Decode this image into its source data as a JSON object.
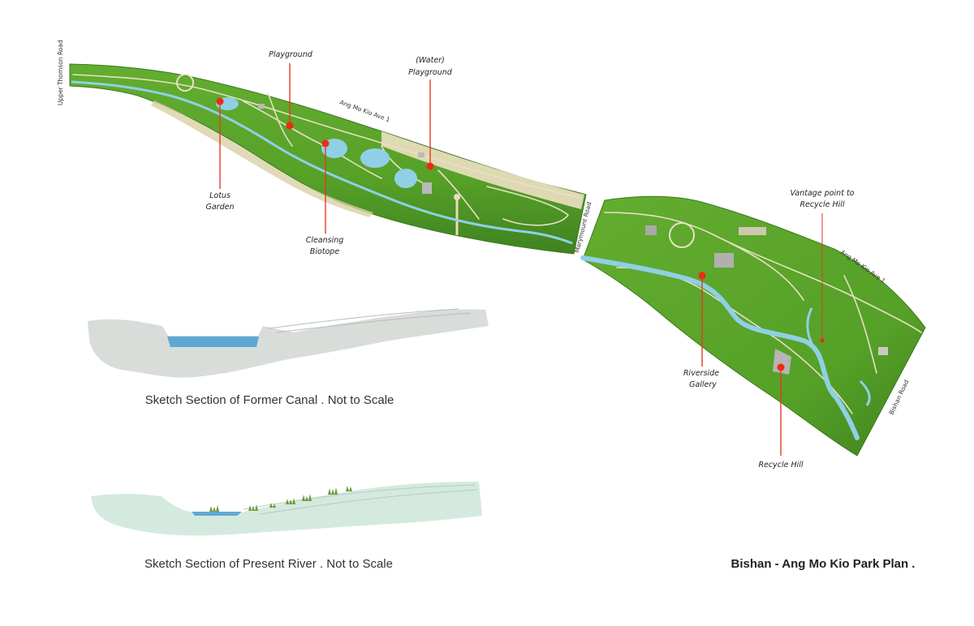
{
  "colors": {
    "park_green": "#5ba62b",
    "park_dark": "#3d7f1f",
    "path_tan": "#e7dcba",
    "water": "#8fd0e6",
    "marker_red": "#ee2a12",
    "section_gray": "#d7dcd8",
    "section_mint": "#d5ebe0"
  },
  "labels": {
    "playground": {
      "line1": "Playground"
    },
    "water_playground": {
      "line1": "(Water)",
      "line2": "Playground"
    },
    "lotus_garden": {
      "line1": "Lotus",
      "line2": "Garden"
    },
    "cleansing_biotope": {
      "line1": "Cleansing",
      "line2": "Biotope"
    },
    "vantage_point": {
      "line1": "Vantage point to",
      "line2": "Recycle Hill"
    },
    "riverside_gallery": {
      "line1": "Riverside",
      "line2": "Gallery"
    },
    "recycle_hill": {
      "line1": "Recycle Hill"
    }
  },
  "roads": {
    "upper_thomson": "Upper Thomson Road",
    "amk_ave1_west": "Ang Mo Kio Ave 1",
    "marymount": "Marymount Road",
    "amk_ave1_east": "Ang Mo Kio Ave 1",
    "bishan": "Bishan Road"
  },
  "captions": {
    "former_canal": "Sketch Section of Former Canal . Not to Scale",
    "present_river": "Sketch Section of Present River . Not to Scale"
  },
  "title": "Bishan - Ang Mo Kio Park Plan ."
}
